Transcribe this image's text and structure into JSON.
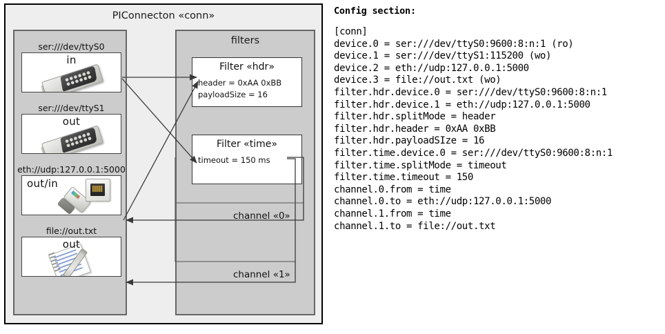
{
  "diagram": {
    "title": "PIConnecton «conn»",
    "devices_group": {
      "title": "",
      "items": [
        {
          "label": "ser:///dev/ttyS0",
          "direction": "in",
          "icon": "serial-port-icon"
        },
        {
          "label": "ser:///dev/ttyS1",
          "direction": "out",
          "icon": "serial-port-icon"
        },
        {
          "label": "eth://udp:127.0.0.1:5000",
          "direction": "out/in",
          "icon": "ethernet-jack-icon"
        },
        {
          "label": "file://out.txt",
          "direction": "out",
          "icon": "notepad-icon"
        }
      ]
    },
    "filters_group": {
      "title": "filters",
      "items": [
        {
          "title": "Filter «hdr»",
          "props": [
            "header = 0xAA 0xBB",
            "payloadSize = 16"
          ]
        },
        {
          "title": "Filter «time»",
          "props": [
            "timeout = 150 ms"
          ]
        }
      ]
    },
    "channels": [
      {
        "label": "channel «0»"
      },
      {
        "label": "channel «1»"
      }
    ],
    "colors": {
      "canvas": "#eeeeee",
      "group_fill": "#cccccc",
      "group_border": "#666666",
      "card_fill": "#ffffff",
      "card_border": "#333333",
      "outer_border": "#000000",
      "wire": "#3a3a3a"
    }
  },
  "config": {
    "heading": "Config section:",
    "lines": [
      "[conn]",
      "device.0 = ser:///dev/ttyS0:9600:8:n:1 (ro)",
      "device.1 = ser:///dev/ttyS1:115200 (wo)",
      "device.2 = eth://udp:127.0.0.1:5000",
      "device.3 = file://out.txt (wo)",
      "filter.hdr.device.0 = ser:///dev/ttyS0:9600:8:n:1",
      "filter.hdr.device.1 = eth://udp:127.0.0.1:5000",
      "filter.hdr.splitMode = header",
      "filter.hdr.header = 0xAA 0xBB",
      "filter.hdr.payloadSIze = 16",
      "filter.time.device.0 = ser:///dev/ttyS0:9600:8:n:1",
      "filter.time.splitMode = timeout",
      "filter.time.timeout = 150",
      "channel.0.from = time",
      "channel.0.to = eth://udp:127.0.0.1:5000",
      "channel.1.from = time",
      "channel.1.to = file://out.txt"
    ]
  }
}
